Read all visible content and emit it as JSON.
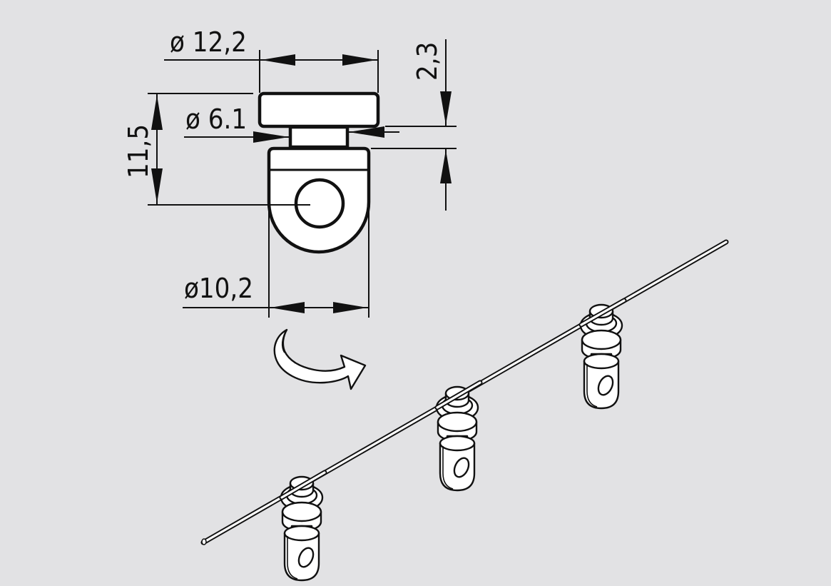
{
  "dimensions": {
    "head_diameter": "ø 12,2",
    "neck_diameter": "ø 6.1",
    "body_diameter": "ø10,2",
    "height": "11,5",
    "head_thickness": "2,3"
  },
  "colors": {
    "background": "#e2e2e4",
    "line": "#111111",
    "fill": "#ffffff"
  },
  "icons": [
    "rotation-arrow-icon"
  ]
}
